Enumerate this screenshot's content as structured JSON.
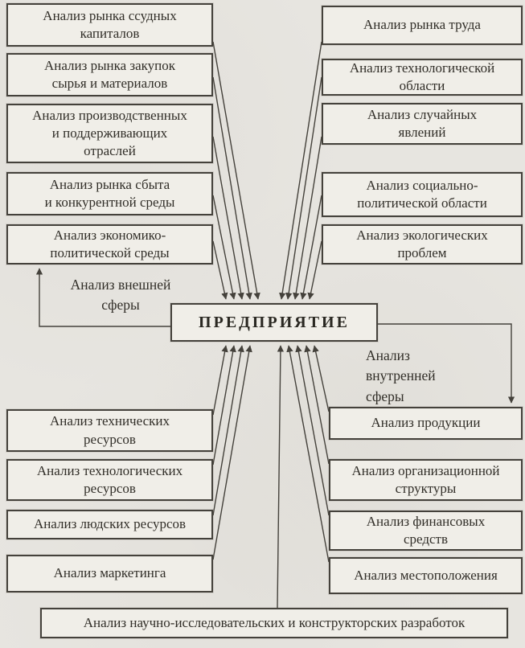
{
  "boxes": {
    "top_left": [
      "Анализ рынка ссудных\nкапиталов",
      "Анализ рынка закупок\nсырья и материалов",
      "Анализ производственных\nи поддерживающих\nотраслей",
      "Анализ рынка сбыта\nи конкурентной среды",
      "Анализ экономико-\nполитической среды"
    ],
    "top_right": [
      "Анализ рынка труда",
      "Анализ технологической\nобласти",
      "Анализ случайных\nявлений",
      "Анализ социально-\nполитической области",
      "Анализ экологических\nпроблем"
    ],
    "bottom_left": [
      "Анализ технических\nресурсов",
      "Анализ технологических\nресурсов",
      "Анализ людских ресурсов",
      "Анализ маркетинга"
    ],
    "bottom_right": [
      "Анализ продукции",
      "Анализ организационной\nструктуры",
      "Анализ финансовых\nсредств",
      "Анализ местоположения"
    ],
    "bottom_wide": "Анализ научно-исследовательских и конструкторских разработок",
    "center": "ПРЕДПРИЯТИЕ"
  },
  "labels": {
    "external_sphere": "Анализ внешней\nсферы",
    "internal_sphere": "Анализ\nвнутренней\nсферы"
  },
  "colors": {
    "paper": "#e7e5e0",
    "box_fill": "#f0eee8",
    "line": "#44413b",
    "text": "#312e28"
  }
}
